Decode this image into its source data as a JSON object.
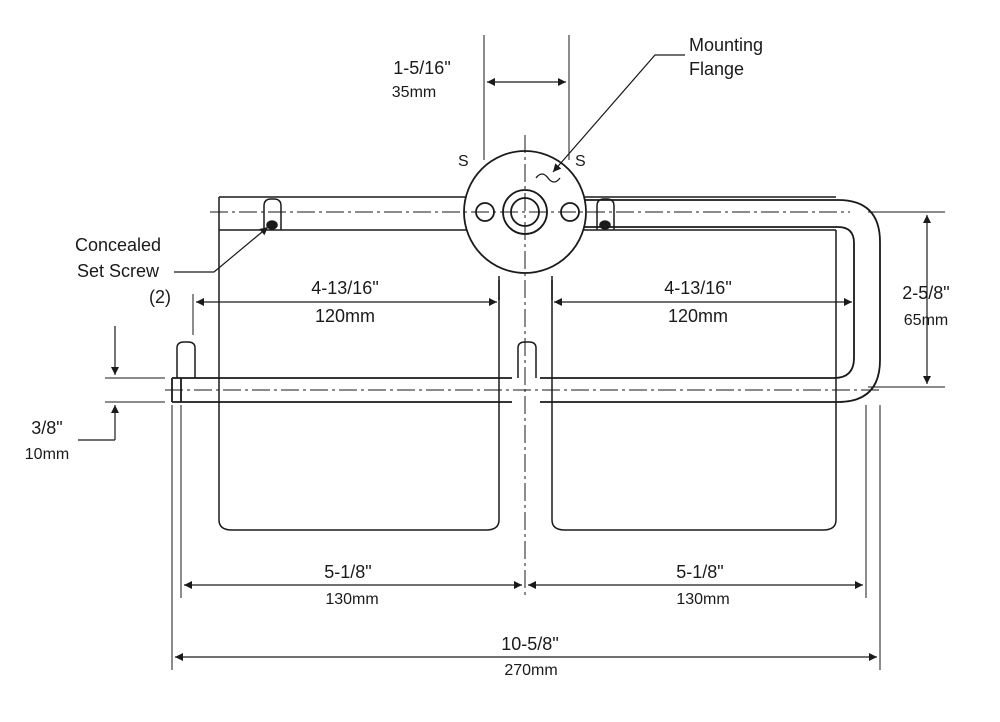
{
  "callouts": {
    "mounting_flange": [
      "Mounting",
      "Flange"
    ],
    "set_screw": [
      "Concealed",
      "Set Screw",
      "(2)"
    ],
    "flange_letters": [
      "S",
      "S"
    ]
  },
  "dimensions": {
    "flange_width": {
      "in": "1-5/16\"",
      "mm": "35mm"
    },
    "left_roll": {
      "in": "4-13/16\"",
      "mm": "120mm"
    },
    "right_roll": {
      "in": "4-13/16\"",
      "mm": "120mm"
    },
    "depth": {
      "in": "2-5/8\"",
      "mm": "65mm"
    },
    "rod_diameter": {
      "in": "3/8\"",
      "mm": "10mm"
    },
    "left_half": {
      "in": "5-1/8\"",
      "mm": "130mm"
    },
    "right_half": {
      "in": "5-1/8\"",
      "mm": "130mm"
    },
    "overall": {
      "in": "10-5/8\"",
      "mm": "270mm"
    }
  }
}
